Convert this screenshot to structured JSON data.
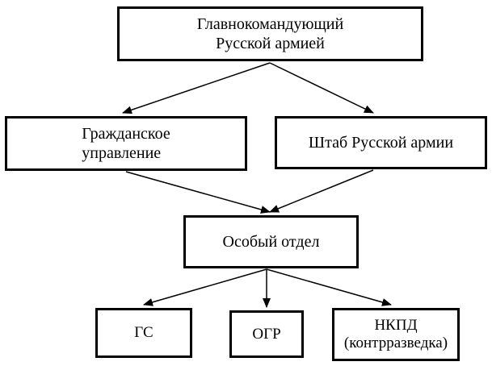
{
  "diagram": {
    "nodes": {
      "commander": {
        "label": "Главнокомандующий\nРусской армией"
      },
      "civil": {
        "label": "Гражданское\nуправление"
      },
      "staff": {
        "label": "Штаб Русской армии"
      },
      "special": {
        "label": "Особый отдел"
      },
      "gs": {
        "label": "ГС"
      },
      "ogr": {
        "label": "ОГР"
      },
      "nkpd": {
        "label": "НКПД\n(контрразведка)"
      }
    },
    "edges": [
      {
        "from": "commander",
        "to": "civil"
      },
      {
        "from": "commander",
        "to": "staff"
      },
      {
        "from": "civil",
        "to": "special"
      },
      {
        "from": "staff",
        "to": "special"
      },
      {
        "from": "special",
        "to": "gs"
      },
      {
        "from": "special",
        "to": "ogr"
      },
      {
        "from": "special",
        "to": "nkpd"
      }
    ],
    "colors": {
      "stroke": "#000000",
      "fill": "#ffffff"
    }
  }
}
